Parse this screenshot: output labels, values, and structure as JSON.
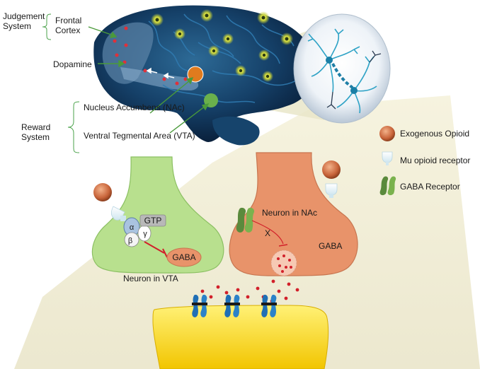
{
  "labels": {
    "judgement_system": "Judgement System",
    "frontal_cortex": "Frontal Cortex",
    "dopamine": "Dopamine",
    "nucleus_accumbens": "Nucleus Accumbens (NAc)",
    "reward_system": "Reward System",
    "vta": "Ventral Tegmental Area (VTA)"
  },
  "legend": [
    {
      "label": "Exogenous Opioid",
      "icon": "opioid-molecule-icon",
      "color": "#c8643a"
    },
    {
      "label": "Mu opioid receptor",
      "icon": "mu-receptor-icon",
      "color": "#d8eaf2"
    },
    {
      "label": "GABA Receptor",
      "icon": "gaba-receptor-icon",
      "color": "#5a8a3c"
    }
  ],
  "vta_neuron": {
    "label": "Neuron in VTA",
    "gtp": "GTP",
    "alpha": "α",
    "beta": "β",
    "gamma": "γ",
    "gaba": "GABA",
    "color": "#b8e08e"
  },
  "nac_neuron": {
    "label": "Neuron in NAc",
    "gaba": "GABA",
    "block_mark": "X",
    "color": "#e8936a"
  },
  "colors": {
    "brain_dark": "#0d2a4a",
    "brain_mid": "#1e4f78",
    "nac_dot": "#e07b1e",
    "vta_dot": "#6ab04c",
    "cell_yellow": "#f5d400",
    "receptor_blue": "#1f6fb5",
    "arrow_green": "#4a9a3a",
    "cone": "#f2efdc"
  }
}
